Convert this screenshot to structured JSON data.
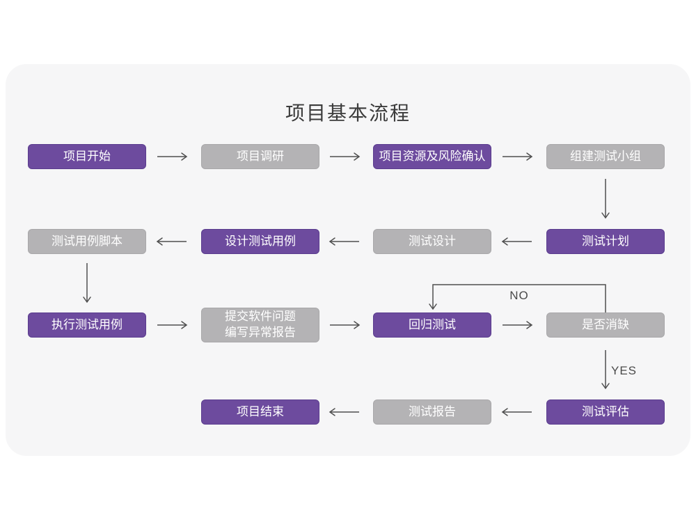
{
  "title": "项目基本流程",
  "branch_labels": {
    "no": "NO",
    "yes": "YES"
  },
  "colors": {
    "card_background": "#f6f6f7",
    "node_purple": "#6d4b9e",
    "node_gray": "#b4b3b5",
    "node_text": "#ffffff",
    "arrow": "#4f4f4f",
    "title_text": "#3b3b3b"
  },
  "nodes": [
    {
      "id": "project-start",
      "label": "项目开始",
      "variant": "purple"
    },
    {
      "id": "project-research",
      "label": "项目调研",
      "variant": "gray"
    },
    {
      "id": "resources-risk",
      "label": "项目资源及风险确认",
      "variant": "purple"
    },
    {
      "id": "build-test-team",
      "label": "组建测试小组",
      "variant": "gray"
    },
    {
      "id": "test-plan",
      "label": "测试计划",
      "variant": "purple"
    },
    {
      "id": "test-design",
      "label": "测试设计",
      "variant": "gray"
    },
    {
      "id": "design-test-cases",
      "label": "设计测试用例",
      "variant": "purple"
    },
    {
      "id": "test-case-script",
      "label": "测试用例脚本",
      "variant": "gray"
    },
    {
      "id": "execute-test-cases",
      "label": "执行测试用例",
      "variant": "purple"
    },
    {
      "id": "submit-issues",
      "label": "提交软件问题\n编写异常报告",
      "variant": "gray"
    },
    {
      "id": "regression-test",
      "label": "回归测试",
      "variant": "purple"
    },
    {
      "id": "defect-cleared",
      "label": "是否消缺",
      "variant": "gray"
    },
    {
      "id": "test-evaluation",
      "label": "测试评估",
      "variant": "purple"
    },
    {
      "id": "test-report",
      "label": "测试报告",
      "variant": "gray"
    },
    {
      "id": "project-end",
      "label": "项目结束",
      "variant": "purple"
    }
  ]
}
